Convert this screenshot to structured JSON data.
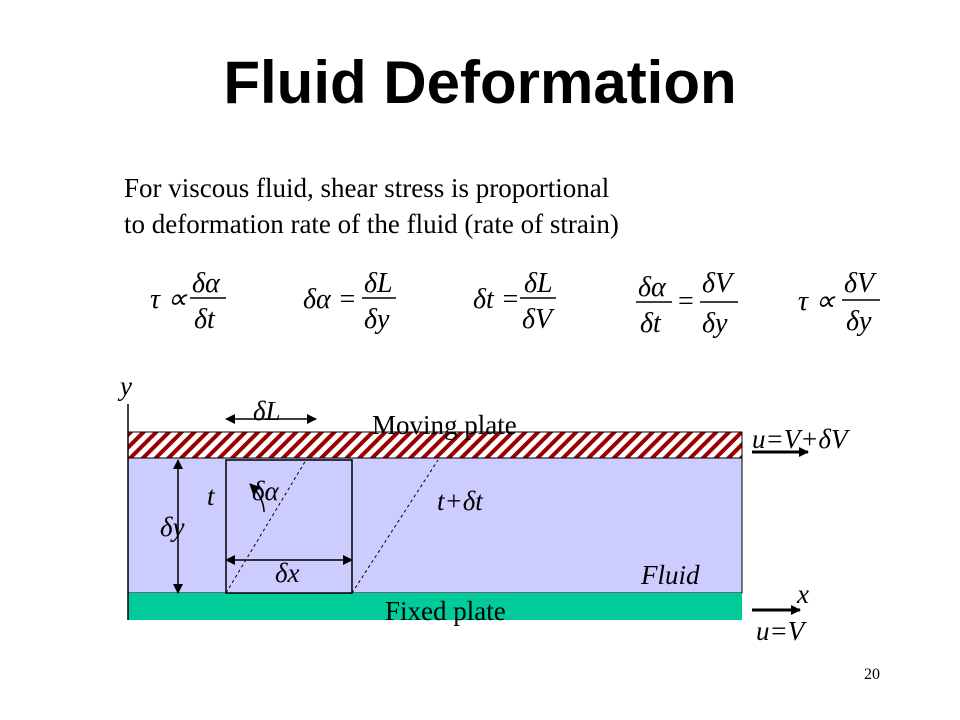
{
  "slide": {
    "title": "Fluid Deformation",
    "intro_line1": "For viscous fluid, shear stress is proportional",
    "intro_line2": "to deformation rate of the fluid (rate of strain)",
    "page_number": "20"
  },
  "equations": [
    {
      "lhs": "τ ∝",
      "num": "δα",
      "den": "δt"
    },
    {
      "lhs": "δα =",
      "num": "δL",
      "den": "δy"
    },
    {
      "lhs": "δt =",
      "num": "δL",
      "den": "δV"
    },
    {
      "lhs_num": "δα",
      "lhs_den": "δt",
      "op": "=",
      "num": "δV",
      "den": "δy"
    },
    {
      "lhs": "τ ∝",
      "num": "δV",
      "den": "δy"
    }
  ],
  "diagram": {
    "y_axis": "y",
    "x_axis": "x",
    "delta_L": "δL",
    "moving_plate": "Moving plate",
    "top_velocity": "u=V+δV",
    "t": "t",
    "delta_alpha": "δα",
    "t_dt": "t+δt",
    "delta_y": "δy",
    "delta_x": "δx",
    "fluid": "Fluid",
    "fixed_plate": "Fixed plate",
    "bottom_velocity": "u=V",
    "colors": {
      "fluid": "#ccccff",
      "fixed_plate": "#00cc99",
      "moving_plate_hatch": "#990000"
    }
  }
}
